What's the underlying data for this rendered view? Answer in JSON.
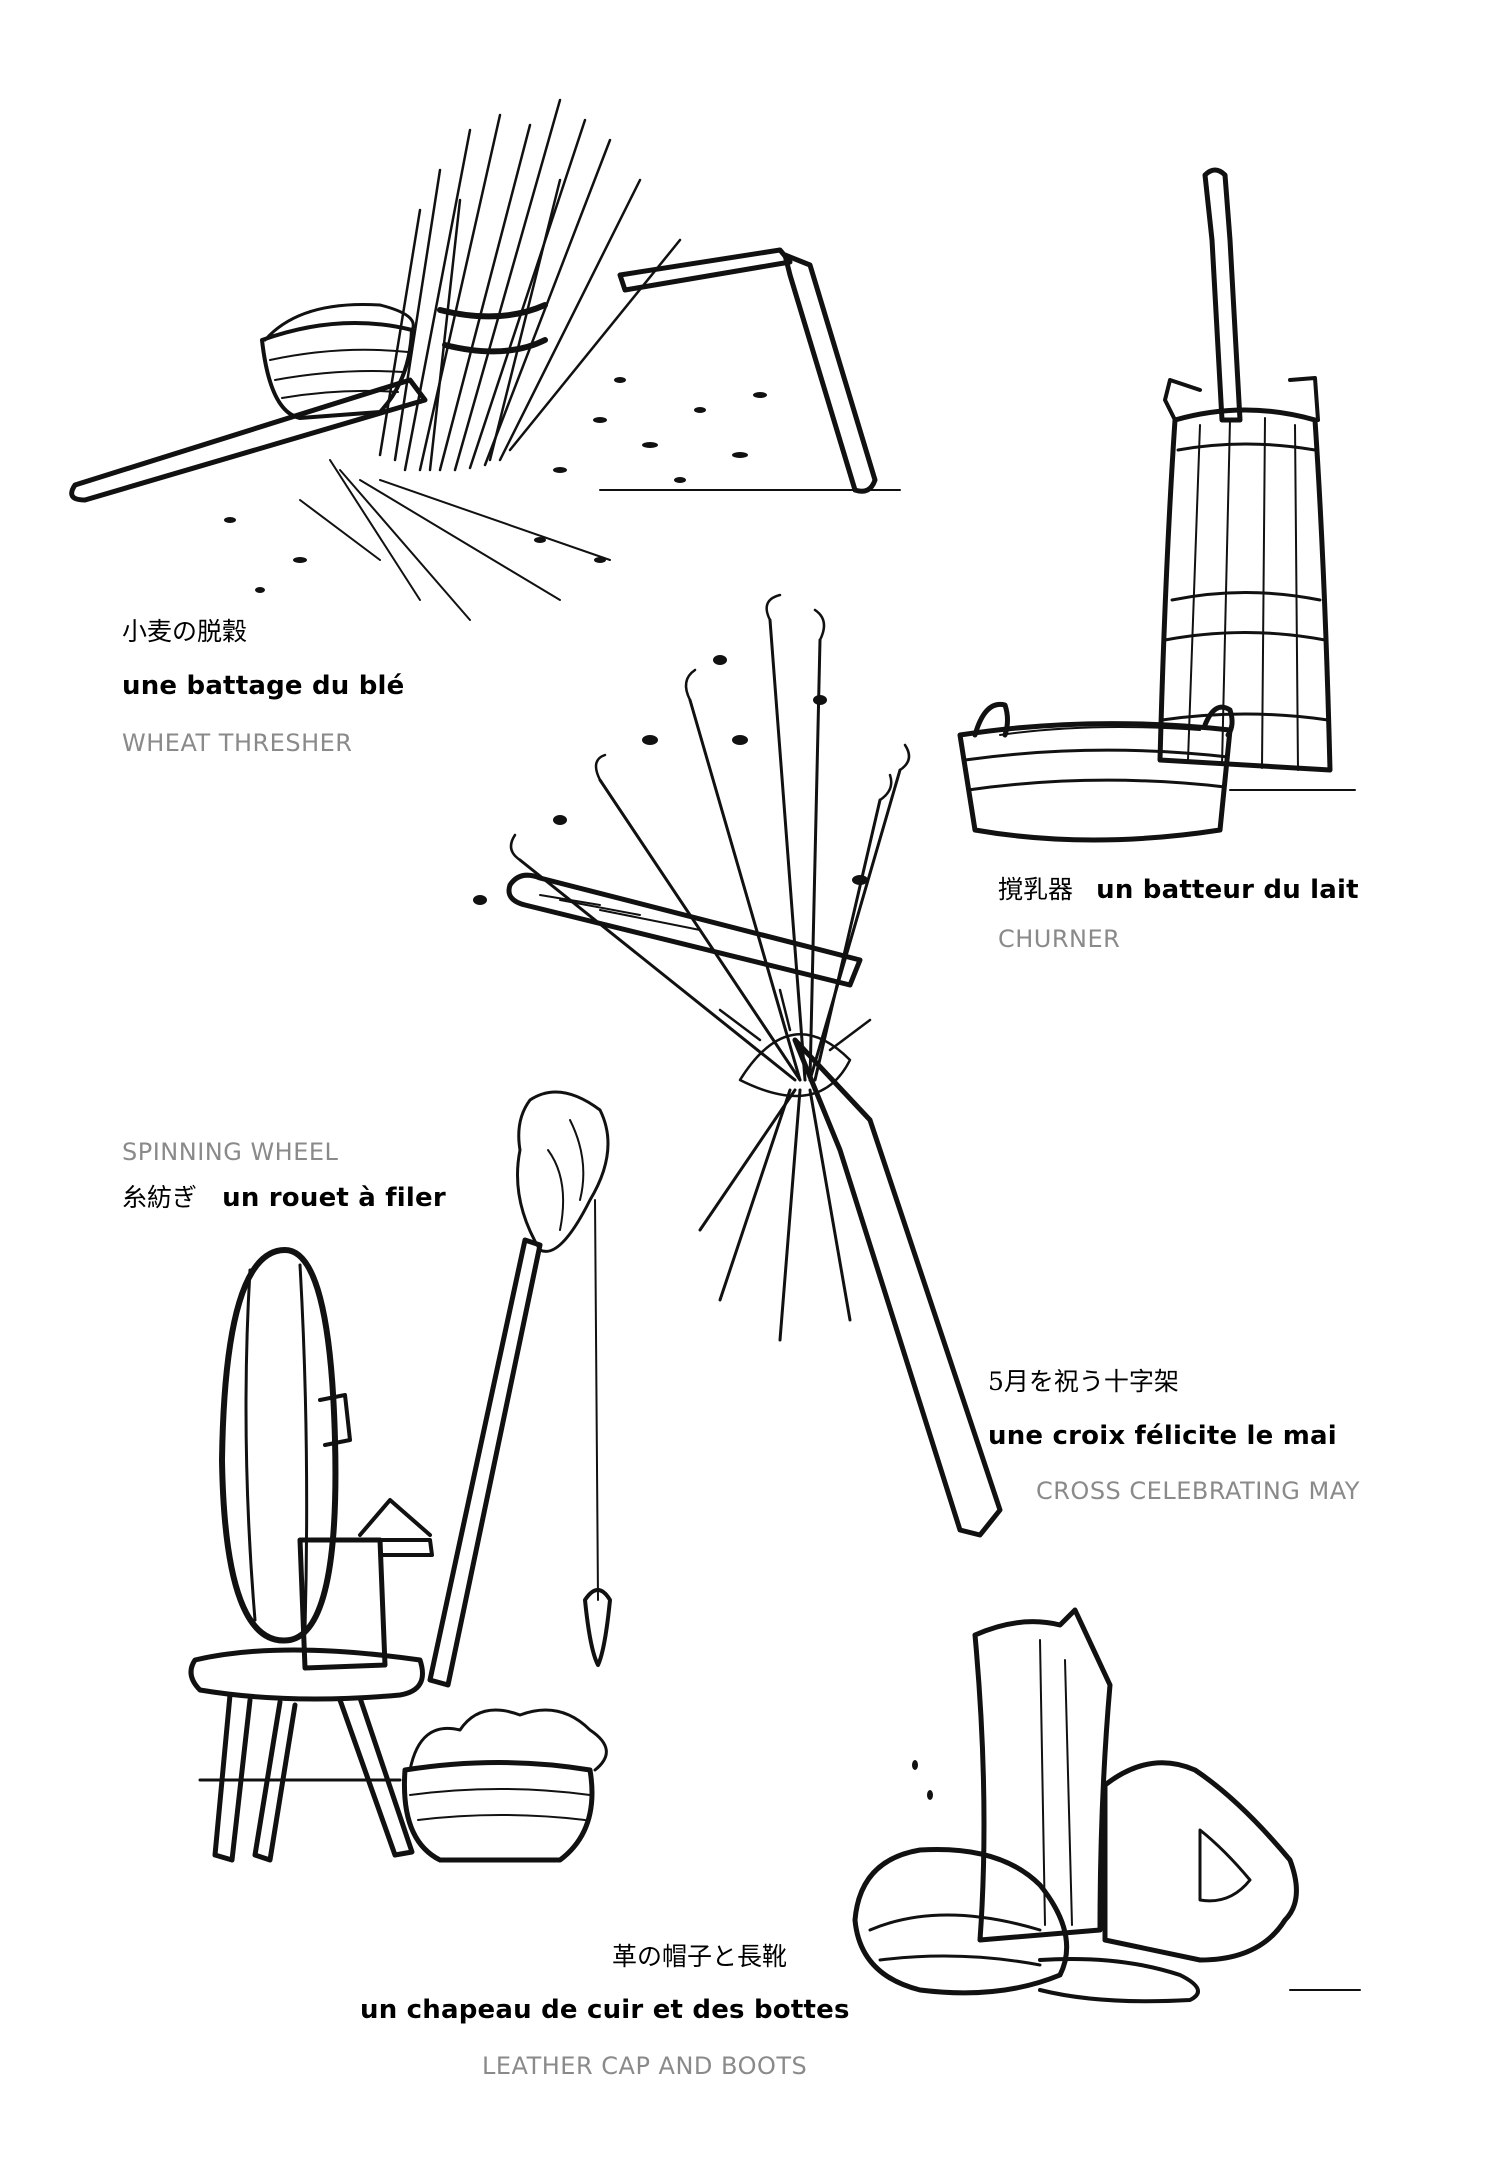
{
  "items": {
    "wheat_thresher": {
      "jp": "小麦の脱穀",
      "fr": "une battage du blé",
      "en": "WHEAT THRESHER"
    },
    "churner": {
      "jp": "撹乳器",
      "fr": "un batteur du lait",
      "en": "CHURNER"
    },
    "spinning_wheel": {
      "en": "SPINNING WHEEL",
      "jp": "糸紡ぎ",
      "fr": "un rouet à filer"
    },
    "may_cross": {
      "jp": "5月を祝う十字架",
      "fr": "une croix félicite le mai",
      "en": "CROSS CELEBRATING MAY"
    },
    "leather_cap_boots": {
      "jp": "革の帽子と長靴",
      "fr": "un chapeau de cuir et des bottes",
      "en": "LEATHER CAP AND BOOTS"
    }
  },
  "colors": {
    "ink": "#111111",
    "caption_grey": "#8a8a8a",
    "paper": "#ffffff"
  }
}
